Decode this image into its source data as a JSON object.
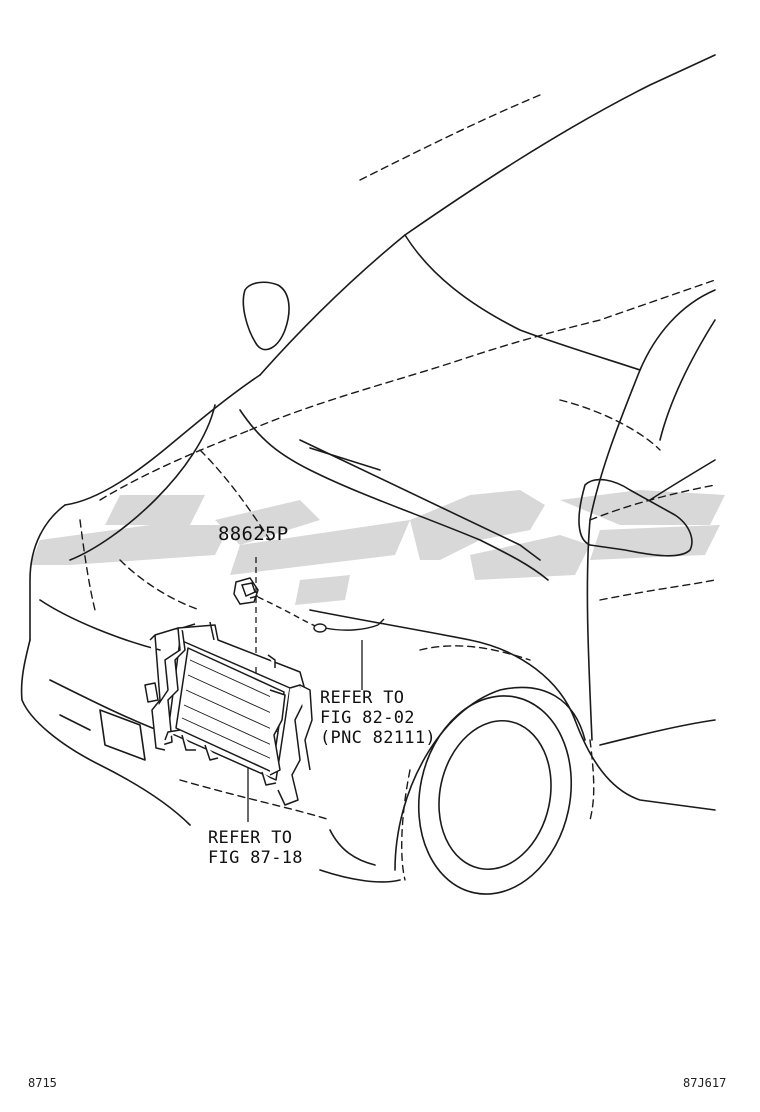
{
  "callouts": {
    "part_number": "88625P",
    "ref_sensor": [
      "REFER TO",
      "FIG 82-02",
      "(PNC 82111)"
    ],
    "ref_condenser": [
      "REFER TO",
      "FIG 87-18"
    ]
  },
  "footer": {
    "left_code": "8715",
    "right_code": "87J617"
  },
  "colors": {
    "line": "#1a1a1a",
    "watermark": "#d4d4d4"
  },
  "icons": {
    "watermark": "brand-watermark-logo"
  }
}
